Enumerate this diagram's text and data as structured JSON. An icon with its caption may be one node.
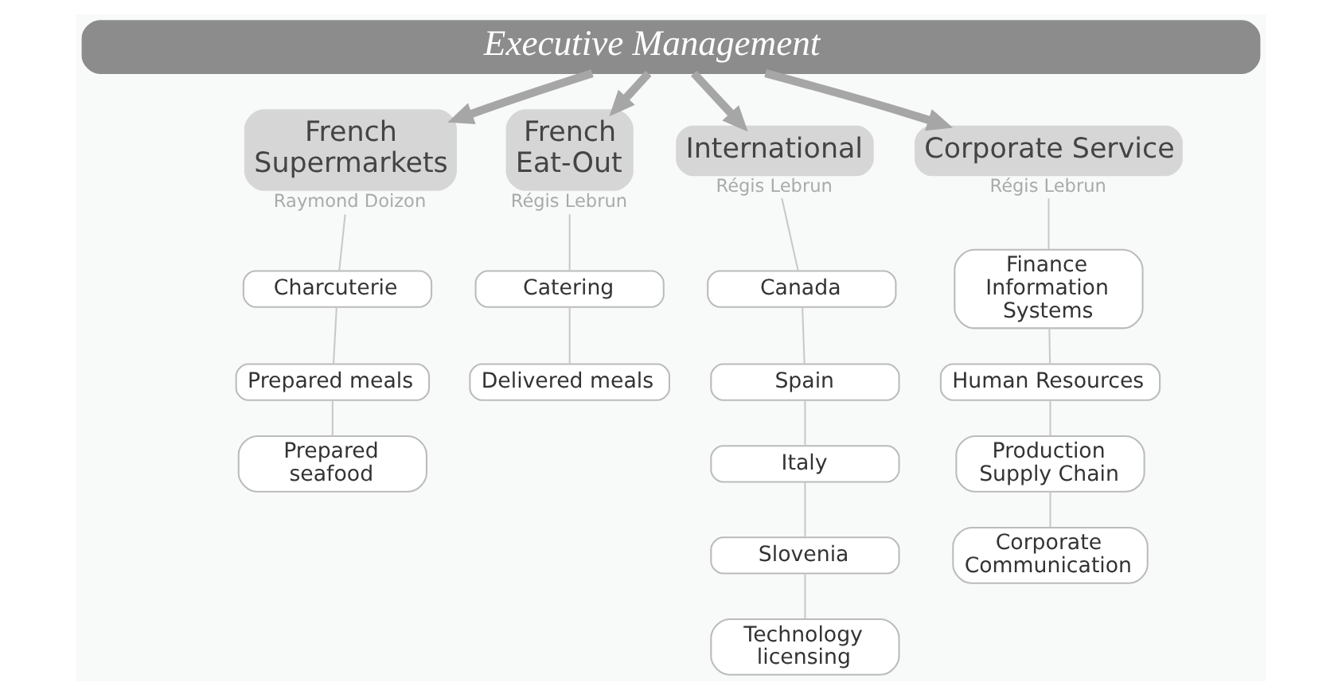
{
  "diagram": {
    "nodes": [
      {
        "text": [
          "Executive Management"
        ]
      },
      {
        "text": [
          "French Supermarkets"
        ],
        "beside": [
          "Raymond Doizon"
        ]
      },
      {
        "text": [
          "Charcuterie"
        ]
      },
      {
        "text": [
          "Prepared meals"
        ]
      },
      {
        "text": [
          "Prepared seafood"
        ]
      },
      {
        "text": [
          "French Eat-Out"
        ],
        "beside": [
          "Régis Lebrun"
        ]
      },
      {
        "text": [
          "Catering"
        ]
      },
      {
        "text": [
          "Delivered meals"
        ]
      },
      {
        "text": [
          "International"
        ],
        "beside": [
          "Régis Lebrun"
        ]
      },
      {
        "text": [
          "Canada"
        ]
      },
      {
        "text": [
          "Spain"
        ]
      },
      {
        "text": [
          "Italy"
        ]
      },
      {
        "text": [
          "Slovenia"
        ]
      },
      {
        "text": [
          "Technology licensing"
        ]
      },
      {
        "text": [
          "Corporate Service"
        ],
        "beside": [
          "Régis Lebrun"
        ]
      },
      {
        "text": [
          "Finance Information Systems"
        ]
      },
      {
        "text": [
          "Human Resources"
        ]
      },
      {
        "text": [
          "Production Supply Chain"
        ]
      },
      {
        "text": [
          "Corporate Communication"
        ]
      }
    ],
    "edges": [
      {
        "from": 0,
        "to": 1,
        "arrow": "to",
        "style": "thick",
        "color": "#a6a6a6"
      },
      {
        "from": 0,
        "to": 5,
        "arrow": "to",
        "style": "thick",
        "color": "#a6a6a6"
      },
      {
        "from": 0,
        "to": 8,
        "arrow": "to",
        "style": "thick",
        "color": "#a6a6a6"
      },
      {
        "from": 0,
        "to": 14,
        "arrow": "to",
        "style": "thick",
        "color": "#a6a6a6"
      },
      {
        "from": 1,
        "to": 2,
        "arrow": "none"
      },
      {
        "from": 2,
        "to": 3,
        "arrow": "none"
      },
      {
        "from": 3,
        "to": 4,
        "arrow": "none"
      },
      {
        "from": 5,
        "to": 6,
        "arrow": "none"
      },
      {
        "from": 6,
        "to": 7,
        "arrow": "none"
      },
      {
        "from": 8,
        "to": 9,
        "arrow": "none"
      },
      {
        "from": 9,
        "to": 10,
        "arrow": "none"
      },
      {
        "from": 10,
        "to": 11,
        "arrow": "none"
      },
      {
        "from": 11,
        "to": 12,
        "arrow": "none"
      },
      {
        "from": 12,
        "to": 13,
        "arrow": "none"
      },
      {
        "from": 14,
        "to": 15,
        "arrow": "none"
      },
      {
        "from": 15,
        "to": 16,
        "arrow": "none"
      },
      {
        "from": 16,
        "to": 17,
        "arrow": "none"
      },
      {
        "from": 17,
        "to": 18,
        "arrow": "none"
      }
    ]
  }
}
